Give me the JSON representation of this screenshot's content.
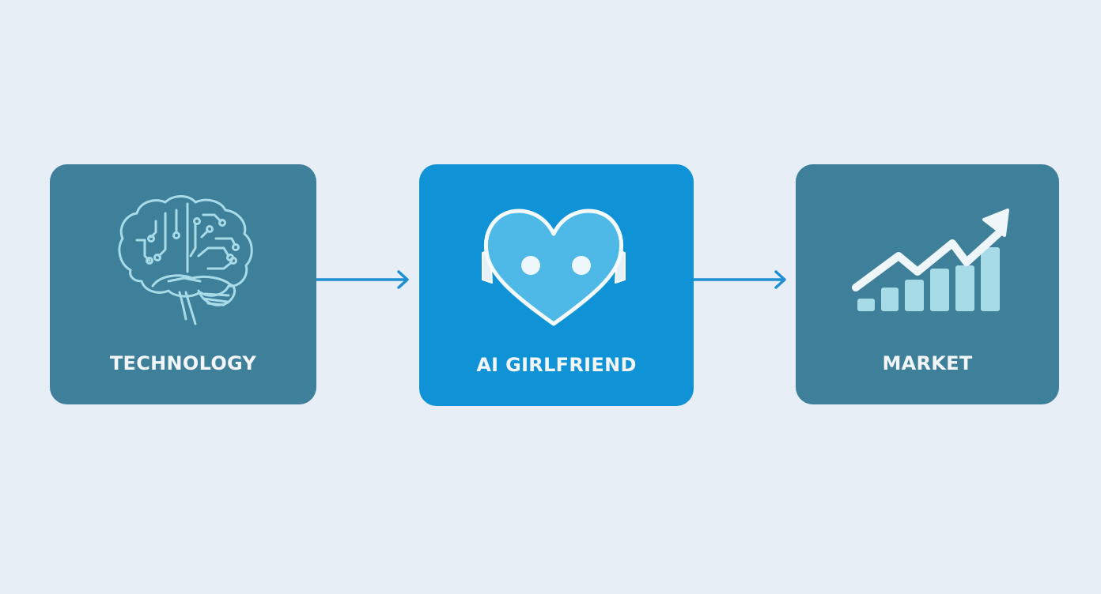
{
  "diagram": {
    "title": "",
    "nodes": [
      {
        "id": "technology",
        "label": "TECHNOLOGY",
        "icon": "brain-circuit-icon",
        "color": "#3e7f99"
      },
      {
        "id": "ai-girlfriend",
        "label": "AI GIRLFRIEND",
        "icon": "robot-heart-icon",
        "color": "#0f93d6"
      },
      {
        "id": "market",
        "label": "MARKET",
        "icon": "growth-chart-icon",
        "color": "#3e7f99"
      }
    ],
    "edges": [
      {
        "from": "technology",
        "to": "ai-girlfriend"
      },
      {
        "from": "ai-girlfriend",
        "to": "market"
      }
    ],
    "colors": {
      "background": "#e8eef5",
      "arrow": "#1e8fd0",
      "icon_light": "#a8dbe8",
      "label_text": "#f2f6f8"
    }
  }
}
